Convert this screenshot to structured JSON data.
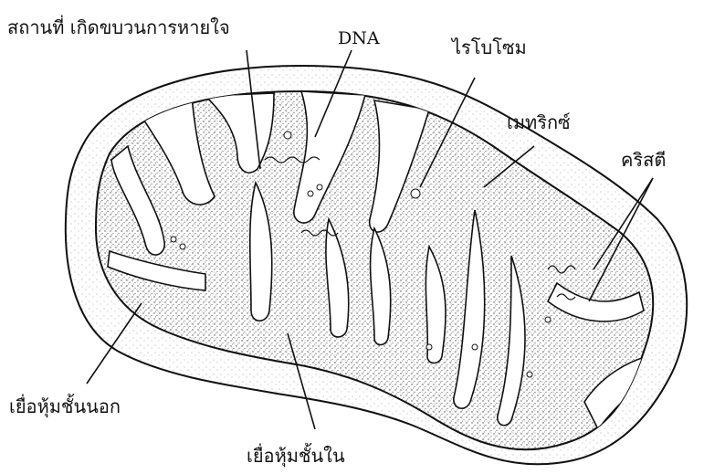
{
  "labels": {
    "respiration_site": "สถานที่ เกิดขบวนการหายใจ",
    "dna": "DNA",
    "ribosome": "ไรโบโซม",
    "matrix": "เมทริกซ์",
    "cristae": "คริสตี",
    "outer_membrane": "เยื่อหุ้มชั้นนอก",
    "inner_membrane": "เยื่อหุ้มชั้นใน"
  },
  "colors": {
    "ink": "#111111",
    "stipple": "#555555",
    "background": "#ffffff"
  }
}
